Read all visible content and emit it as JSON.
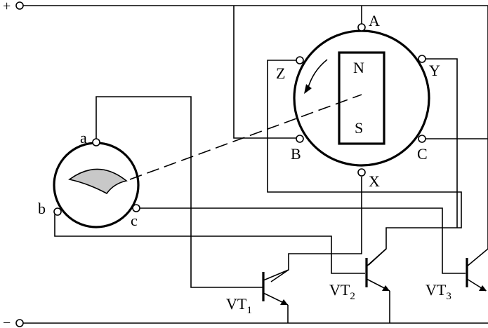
{
  "power": {
    "positive": "+",
    "negative": "−"
  },
  "motor": {
    "north_pole": "N",
    "south_pole": "S",
    "terminals": {
      "A": "A",
      "X": "X",
      "Y": "Y",
      "Z": "Z",
      "B": "B",
      "C": "C"
    }
  },
  "sensor": {
    "terminals": {
      "a": "a",
      "b": "b",
      "c": "c"
    },
    "shield_color": "#c8c8c8"
  },
  "transistors": [
    {
      "name": "VT",
      "sub": "1"
    },
    {
      "name": "VT",
      "sub": "2"
    },
    {
      "name": "VT",
      "sub": "3"
    }
  ]
}
